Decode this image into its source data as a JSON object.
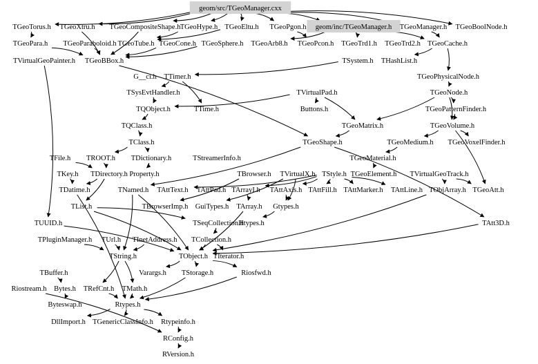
{
  "graph": {
    "highlight_color": "#d3d3d3",
    "edge_color": "#000000",
    "highlighted_nodes": [
      "geom/src/TGeoManager.cxx",
      "geom/inc/TGeoManager.h"
    ],
    "nodes": [
      "geom/src/TGeoManager.cxx",
      "TGeoTorus.h",
      "TGeoXtru.h",
      "TGeoCompositeShape.h",
      "TGeoHype.h",
      "TGeoEltu.h",
      "TGeoPgon.h",
      "geom/inc/TGeoManager.h",
      "TGeoManager.h",
      "TGeoBoolNode.h",
      "TGeoPara.h",
      "TGeoParaboloid.h",
      "TGeoTube.h",
      "TGeoCone.h",
      "TGeoSphere.h",
      "TGeoArb8.h",
      "TGeoPcon.h",
      "TGeoTrd1.h",
      "TGeoTrd2.h",
      "TGeoCache.h",
      "TVirtualGeoPainter.h",
      "TGeoBBox.h",
      "TSystem.h",
      "THashList.h",
      "G__ci.h",
      "TTimer.h",
      "TGeoPhysicalNode.h",
      "TSysEvtHandler.h",
      "TVirtualPad.h",
      "TGeoNode.h",
      "TQObject.h",
      "TTime.h",
      "Buttons.h",
      "TGeoPatternFinder.h",
      "TQClass.h",
      "TGeoMatrix.h",
      "TGeoVolume.h",
      "TClass.h",
      "TGeoShape.h",
      "TGeoMedium.h",
      "TGeoVoxelFinder.h",
      "TFile.h",
      "TROOT.h",
      "TDictionary.h",
      "TStreamerInfo.h",
      "TGeoMaterial.h",
      "TKey.h",
      "TDirectory.h",
      "Property.h",
      "TBrowser.h",
      "TVirtualX.h",
      "TStyle.h",
      "TGeoElement.h",
      "TVirtualGeoTrack.h",
      "TDatime.h",
      "TNamed.h",
      "TAttText.h",
      "TAttPad.h",
      "TArrayI.h",
      "TAttAxis.h",
      "TAttFill.h",
      "TAttMarker.h",
      "TAttLine.h",
      "TObjArray.h",
      "TGeoAtt.h",
      "TList.h",
      "TBrowserImp.h",
      "GuiTypes.h",
      "TArray.h",
      "Gtypes.h",
      "TUUID.h",
      "TSeqCollection.h",
      "Htypes.h",
      "TAtt3D.h",
      "TPluginManager.h",
      "TUrl.h",
      "TInetAddress.h",
      "TCollection.h",
      "TString.h",
      "TObject.h",
      "TIterator.h",
      "TBuffer.h",
      "Varargs.h",
      "TStorage.h",
      "Riosfwd.h",
      "Riostream.h",
      "Bytes.h",
      "TRefCnt.h",
      "TMath.h",
      "Byteswap.h",
      "Rtypes.h",
      "DllImport.h",
      "TGenericClassInfo.h",
      "Rtypeinfo.h",
      "RConfig.h",
      "RVersion.h"
    ],
    "edges": [
      [
        "geom/src/TGeoManager.cxx",
        "TGeoTorus.h"
      ],
      [
        "geom/src/TGeoManager.cxx",
        "TGeoXtru.h"
      ],
      [
        "geom/src/TGeoManager.cxx",
        "TGeoCompositeShape.h"
      ],
      [
        "geom/src/TGeoManager.cxx",
        "TGeoHype.h"
      ],
      [
        "geom/src/TGeoManager.cxx",
        "TGeoEltu.h"
      ],
      [
        "geom/src/TGeoManager.cxx",
        "TGeoPgon.h"
      ],
      [
        "geom/src/TGeoManager.cxx",
        "geom/inc/TGeoManager.h"
      ],
      [
        "geom/src/TGeoManager.cxx",
        "TGeoManager.h"
      ],
      [
        "geom/src/TGeoManager.cxx",
        "TGeoBoolNode.h"
      ],
      [
        "TGeoTorus.h",
        "TGeoPara.h"
      ],
      [
        "TGeoXtru.h",
        "TGeoBBox.h"
      ],
      [
        "TGeoCompositeShape.h",
        "TGeoBBox.h"
      ],
      [
        "TGeoHype.h",
        "TGeoTube.h"
      ],
      [
        "TGeoEltu.h",
        "TGeoTube.h"
      ],
      [
        "TGeoPgon.h",
        "TGeoPcon.h"
      ],
      [
        "geom/inc/TGeoManager.h",
        "TGeoCache.h"
      ],
      [
        "TGeoManager.h",
        "TGeoCache.h"
      ],
      [
        "geom/inc/TGeoManager.h",
        "TGeoTrd1.h"
      ],
      [
        "geom/inc/TGeoManager.h",
        "TGeoArb8.h"
      ],
      [
        "TGeoCone.h",
        "TGeoBBox.h"
      ],
      [
        "TGeoSphere.h",
        "TGeoBBox.h"
      ],
      [
        "TGeoPara.h",
        "TGeoBBox.h"
      ],
      [
        "TGeoParaboloid.h",
        "TGeoBBox.h"
      ],
      [
        "TGeoCache.h",
        "TGeoPhysicalNode.h"
      ],
      [
        "TGeoCache.h",
        "THashList.h"
      ],
      [
        "TGeoBBox.h",
        "TGeoShape.h"
      ],
      [
        "TGeoPhysicalNode.h",
        "TGeoNode.h"
      ],
      [
        "TGeoNode.h",
        "TGeoPatternFinder.h"
      ],
      [
        "TGeoNode.h",
        "TGeoVolume.h"
      ],
      [
        "TGeoPatternFinder.h",
        "TGeoVolume.h"
      ],
      [
        "TGeoVolume.h",
        "TGeoMedium.h"
      ],
      [
        "TGeoVolume.h",
        "TGeoVoxelFinder.h"
      ],
      [
        "TGeoVolume.h",
        "TGeoAtt.h"
      ],
      [
        "TGeoMedium.h",
        "TGeoMaterial.h"
      ],
      [
        "TGeoMaterial.h",
        "TGeoElement.h"
      ],
      [
        "TGeoNode.h",
        "TGeoMatrix.h"
      ],
      [
        "TGeoMatrix.h",
        "TGeoShape.h"
      ],
      [
        "TVirtualPad.h",
        "Buttons.h"
      ],
      [
        "TVirtualPad.h",
        "TQObject.h"
      ],
      [
        "TVirtualPad.h",
        "TGeoMatrix.h"
      ],
      [
        "TSystem.h",
        "TTimer.h"
      ],
      [
        "TTimer.h",
        "TSysEvtHandler.h"
      ],
      [
        "TTimer.h",
        "TTime.h"
      ],
      [
        "TSysEvtHandler.h",
        "TQObject.h"
      ],
      [
        "TQObject.h",
        "TQClass.h"
      ],
      [
        "TQClass.h",
        "TClass.h"
      ],
      [
        "TClass.h",
        "TDictionary.h"
      ],
      [
        "TClass.h",
        "TROOT.h"
      ],
      [
        "TDictionary.h",
        "Property.h"
      ],
      [
        "TROOT.h",
        "TDirectory.h"
      ],
      [
        "TFile.h",
        "TDirectory.h"
      ],
      [
        "TKey.h",
        "TDatime.h"
      ],
      [
        "TDirectory.h",
        "TDatime.h"
      ],
      [
        "TDirectory.h",
        "TList.h"
      ],
      [
        "TNamed.h",
        "TString.h"
      ],
      [
        "TList.h",
        "TSeqCollection.h"
      ],
      [
        "TSeqCollection.h",
        "TCollection.h"
      ],
      [
        "TCollection.h",
        "TObject.h"
      ],
      [
        "TCollection.h",
        "TIterator.h"
      ],
      [
        "TUrl.h",
        "TString.h"
      ],
      [
        "TInetAddress.h",
        "TString.h"
      ],
      [
        "TPluginManager.h",
        "TString.h"
      ],
      [
        "TString.h",
        "TRefCnt.h"
      ],
      [
        "TString.h",
        "TMath.h"
      ],
      [
        "TObject.h",
        "TStorage.h"
      ],
      [
        "TObject.h",
        "Varargs.h"
      ],
      [
        "TObject.h",
        "Riosfwd.h"
      ],
      [
        "TBuffer.h",
        "Bytes.h"
      ],
      [
        "Bytes.h",
        "Byteswap.h"
      ],
      [
        "TStorage.h",
        "Rtypes.h"
      ],
      [
        "TRefCnt.h",
        "Rtypes.h"
      ],
      [
        "TMath.h",
        "Rtypes.h"
      ],
      [
        "Riosfwd.h",
        "Rtypes.h"
      ],
      [
        "Rtypes.h",
        "DllImport.h"
      ],
      [
        "Rtypes.h",
        "TGenericClassInfo.h"
      ],
      [
        "Rtypes.h",
        "Rtypeinfo.h"
      ],
      [
        "Rtypeinfo.h",
        "RConfig.h"
      ],
      [
        "Riostream.h",
        "RConfig.h"
      ],
      [
        "RConfig.h",
        "RVersion.h"
      ],
      [
        "TStyle.h",
        "TAttText.h"
      ],
      [
        "TStyle.h",
        "TAttFill.h"
      ],
      [
        "TStyle.h",
        "TAttLine.h"
      ],
      [
        "TStyle.h",
        "TAttMarker.h"
      ],
      [
        "TStyle.h",
        "TAttAxis.h"
      ],
      [
        "TStyle.h",
        "TArrayI.h"
      ],
      [
        "TArrayI.h",
        "TArray.h"
      ],
      [
        "TVirtualX.h",
        "Gtypes.h"
      ],
      [
        "TVirtualX.h",
        "GuiTypes.h"
      ],
      [
        "TBrowser.h",
        "TBrowserImp.h"
      ],
      [
        "TAttAxis.h",
        "Gtypes.h"
      ],
      [
        "Gtypes.h",
        "Htypes.h"
      ],
      [
        "TVirtualGeoTrack.h",
        "TObjArray.h"
      ],
      [
        "TVirtualGeoTrack.h",
        "TGeoAtt.h"
      ],
      [
        "TGeoShape.h",
        "TNamed.h"
      ],
      [
        "TNamed.h",
        "TObject.h"
      ],
      [
        "TArray.h",
        "TObject.h"
      ],
      [
        "TObjArray.h",
        "TObject.h"
      ],
      [
        "TAtt3D.h",
        "TObject.h"
      ],
      [
        "TList.h",
        "TObject.h"
      ],
      [
        "TUUID.h",
        "TObject.h"
      ],
      [
        "TVirtualGeoPainter.h",
        "TUUID.h"
      ],
      [
        "TGeoShape.h",
        "TAtt3D.h"
      ],
      [
        "TDatime.h",
        "Rtypes.h"
      ]
    ]
  }
}
